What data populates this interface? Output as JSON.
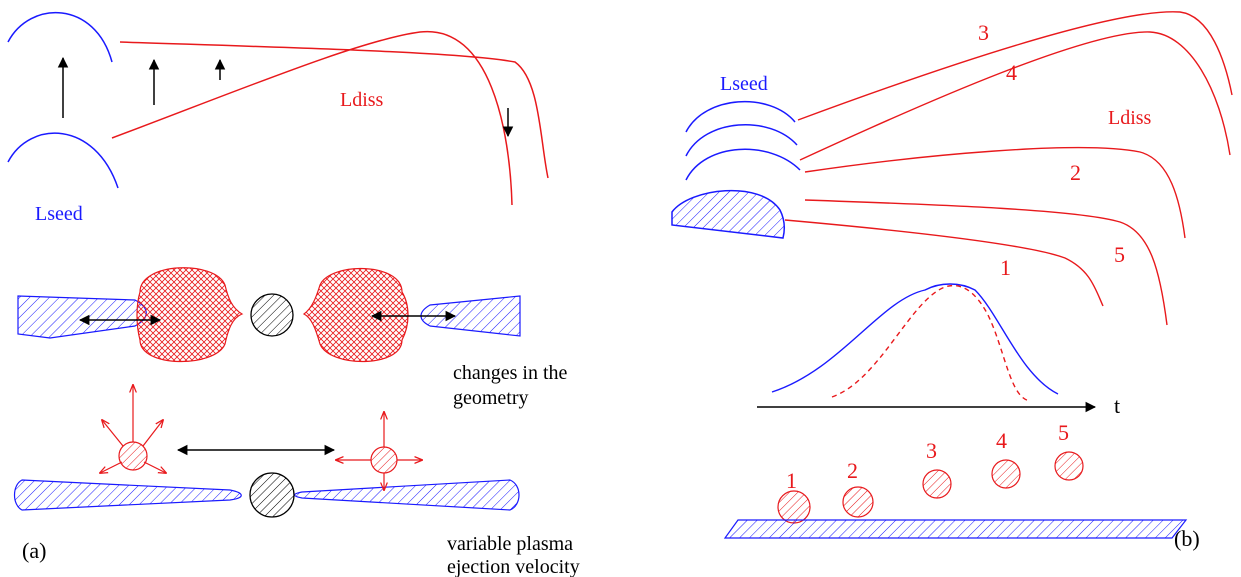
{
  "colors": {
    "seed": "#1a1aff",
    "diss": "#e8191c",
    "ink": "#000000"
  },
  "panel_a": {
    "seed_label": "Lseed",
    "diss_label": "Ldiss",
    "geometry_caption_1": "changes  in the",
    "geometry_caption_2": "geometry",
    "ejection_caption_1": "variable plasma",
    "ejection_caption_2": "ejection velocity",
    "panel_label": "(a)"
  },
  "panel_b": {
    "seed_label": "Lseed",
    "diss_label": "Ldiss",
    "curve_labels": [
      "3",
      "4",
      "2",
      "5",
      "1"
    ],
    "time_axis_label": "t",
    "blob_labels": [
      "1",
      "2",
      "3",
      "4",
      "5"
    ],
    "panel_label": "(b)"
  }
}
